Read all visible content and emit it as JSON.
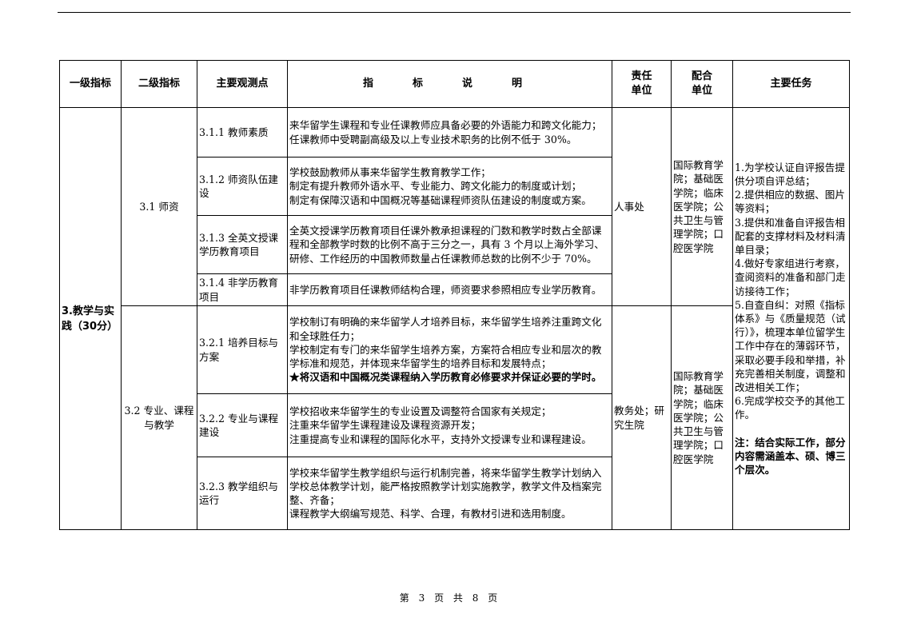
{
  "headers": {
    "level1": "一级指标",
    "level2": "二级指标",
    "observation": "主要观测点",
    "indicator": "指　标　说　明",
    "responsible_line1": "责任",
    "responsible_line2": "单位",
    "cooperating_line1": "配合",
    "cooperating_line2": "单位",
    "tasks": "主要任务"
  },
  "level1": "3.教学与实践（30分）",
  "sections": {
    "s31": {
      "label": "3.1 师资"
    },
    "s32": {
      "label": "3.2 专业、课程与教学"
    }
  },
  "rows": {
    "r311": {
      "point": "3.1.1 教师素质",
      "desc": [
        "来华留学生课程和专业任课教师应具备必要的外语能力和跨文化能力；",
        "任课教师中受聘副高级及以上专业技术职务的比例不低于 30%。"
      ]
    },
    "r312": {
      "point": "3.1.2 师资队伍建设",
      "desc": [
        "学校鼓励教师从事来华留学生教育教学工作；",
        "制定有提升教师外语水平、专业能力、跨文化能力的制度或计划；",
        "制定有保障汉语和中国概况等基础课程师资队伍建设的制度或方案。"
      ]
    },
    "r313": {
      "point": "3.1.3 全英文授课学历教育项目",
      "desc": [
        "全英文授课学历教育项目任课外教承担课程的门数和教学时数占全部课程和全部教学时数的比例不高于三分之一，具有 3 个月以上海外学习、研修、工作经历的中国教师数量占任课教师总数的比例不少于 70%。"
      ]
    },
    "r314": {
      "point": "3.1.4 非学历教育项目",
      "desc": [
        "非学历教育项目任课教师结构合理，师资要求参照相应专业学历教育。"
      ]
    },
    "r321": {
      "point": "3.2.1 培养目标与方案",
      "desc": [
        "学校制订有明确的来华留学人才培养目标，来华留学生培养注重跨文化和全球胜任力；",
        "学校制定有专门的来华留学生培养方案，方案符合相应专业和层次的教学标准和规范，并体现来华留学生的培养目标和发展特点；"
      ],
      "desc_bold": "★将汉语和中国概况类课程纳入学历教育必修要求并保证必要的学时。"
    },
    "r322": {
      "point": "3.2.2 专业与课程建设",
      "desc": [
        "学校招收来华留学生的专业设置及调整符合国家有关规定；",
        "注重来华留学生课程建设及课程资源开发；",
        "注重提高专业和课程的国际化水平，支持外文授课专业和课程建设。"
      ]
    },
    "r323": {
      "point": "3.2.3 教学组织与运行",
      "desc": [
        "学校来华留学生教学组织与运行机制完善，将来华留学生教学计划纳入学校总体教学计划，能严格按照教学计划实施教学，教学文件及档案完整、齐备；",
        "课程教学大纲编写规范、科学、合理，有教材引进和选用制度。"
      ]
    }
  },
  "responsible": {
    "s31": "人事处",
    "s32": "教务处；研究生院"
  },
  "cooperating": {
    "s31": "国际教育学院；基础医学院；临床医学院；公共卫生与管理学院；口腔医学院",
    "s32": "国际教育学院；基础医学院；临床医学院；公共卫生与管理学院；口腔医学院"
  },
  "tasks": {
    "items": [
      "1.为学校认证自评报告提供分项自评总结；",
      "2.提供相应的数据、图片等资料；",
      "3.提供和准备自评报告相配套的支撑材料及材料清单目录；",
      "4.做好专家组进行考察，查阅资料的准备和部门走访接待工作；",
      "5.自查自纠：对照《指标体系》与《质量规范（试行）》，梳理本单位留学生工作中存在的薄弱环节，采取必要手段和举措，补充完善相关制度，调整和改进相关工作；",
      "6.完成学校交予的其他工作。"
    ],
    "note": "注：结合实际工作，部分内容需涵盖本、硕、博三个层次。"
  },
  "footer": {
    "di": "第",
    "page": "3",
    "ye1": "页",
    "gong": "共",
    "total": "8",
    "ye2": "页"
  }
}
